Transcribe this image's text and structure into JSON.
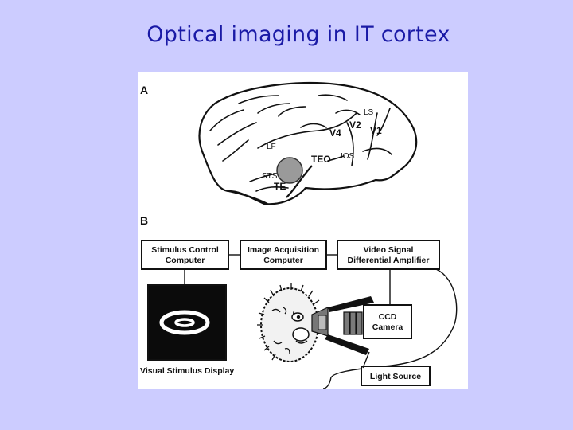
{
  "slide": {
    "title": "Optical imaging in IT cortex"
  },
  "panel_a": {
    "letter": "A",
    "labels": {
      "ls": "LS",
      "v2": "V2",
      "v4": "V4",
      "v1": "V1",
      "lf": "LF",
      "ios": "IOS",
      "teo": "TEO",
      "sts": "STS",
      "te": "TE"
    }
  },
  "panel_b": {
    "letter": "B",
    "stimulus_computer": {
      "line1": "Stimulus Control",
      "line2": "Computer"
    },
    "acquisition_computer": {
      "line1": "Image Acquisition",
      "line2": "Computer"
    },
    "amplifier": {
      "line1": "Video Signal",
      "line2": "Differential Amplifier"
    },
    "ccd_camera": {
      "line1": "CCD",
      "line2": "Camera"
    },
    "light_source": "Light Source",
    "display_caption": "Visual Stimulus Display"
  }
}
